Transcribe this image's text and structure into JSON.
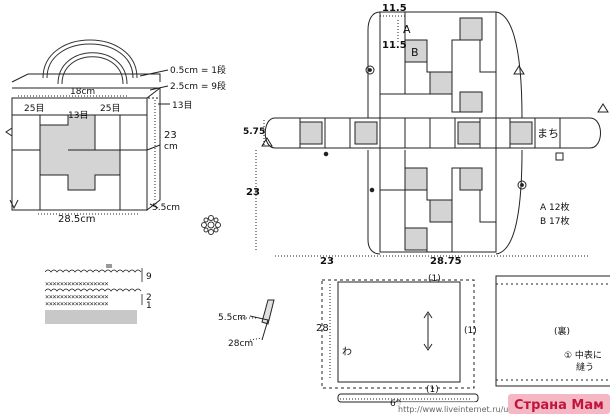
{
  "bag_view": {
    "labels": {
      "rows_1": "0.5cm = 1段",
      "rows_9": "2.5cm = 9段",
      "row_13_right": "13目",
      "width_18": "18cm",
      "st_25_left": "25目",
      "st_13": "13目",
      "st_25_right": "25目",
      "height_23": "23",
      "height_unit": "cm",
      "bottom_55": "5.5cm",
      "bottom_285": "28.5cm"
    }
  },
  "layout_view": {
    "labels": {
      "top_115": "11.5",
      "side_115": "11.5",
      "letter_a": "A",
      "letter_b": "B",
      "gusset_575": "5.75",
      "height_23": "23",
      "width_23": "23",
      "width_2875": "28.75",
      "gusset_label": "まち",
      "legend_a": "A  12枚",
      "legend_b": "B  17枚"
    }
  },
  "crochet_legend": {
    "row_9": "9",
    "row_2": "2",
    "row_1": "1"
  },
  "handle_view": {
    "labels": {
      "len_55": "5.5cm",
      "len_28": "28cm"
    }
  },
  "lining_front": {
    "labels": {
      "top_1": "(1)",
      "right_1": "(1)",
      "bottom_1": "(1)",
      "height_28": "28",
      "wa": "わ",
      "width_69": "69"
    }
  },
  "lining_back": {
    "labels": {
      "reverse": "(裏)",
      "note_line1": "① 中表に",
      "note_line2": "縫う"
    }
  },
  "watermark": {
    "url": "http://www.liveinternet.ru/users/5003021/",
    "site_name": "Страна Мам"
  }
}
